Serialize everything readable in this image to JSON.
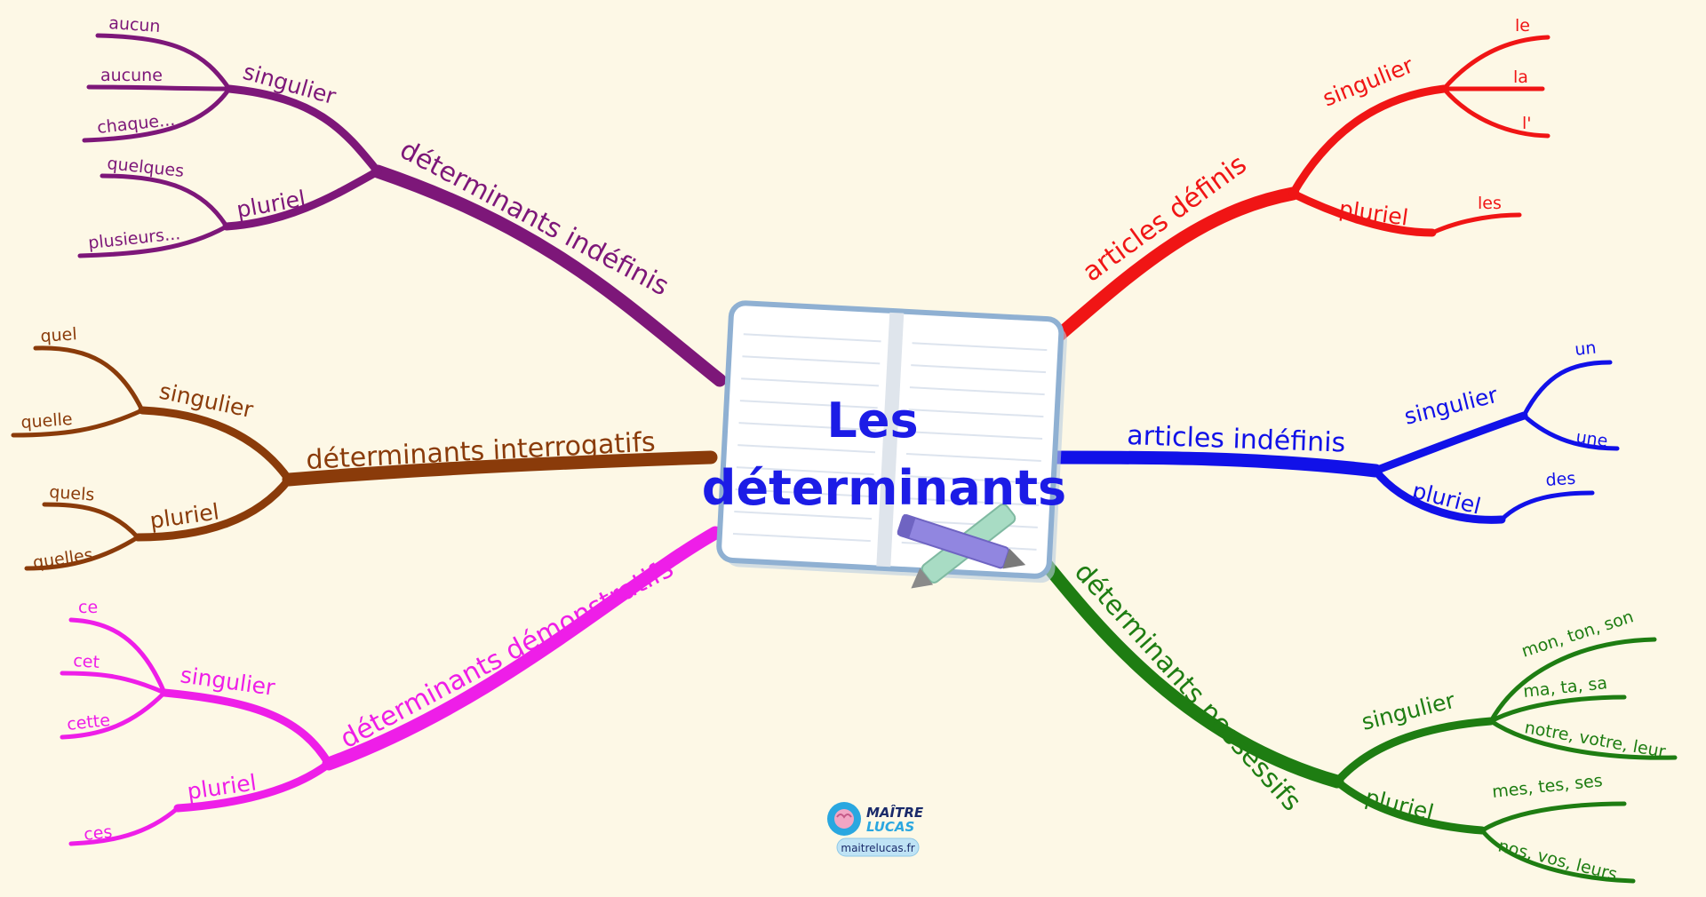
{
  "title": {
    "line1": "Les",
    "line2": "déterminants"
  },
  "colors": {
    "background": "#fdf8e6",
    "title": "#1c1ce6",
    "indefinis": "#7d1779",
    "interrogatifs": "#8a3b0a",
    "demonstratifs": "#ee1ee8",
    "definis": "#f01515",
    "articles_indefinis": "#1111e8",
    "possessifs": "#1e7d12"
  },
  "icons": {
    "center": "notebook-icon",
    "pen": "pen-icon",
    "logo": "brain-logo-icon"
  },
  "branches": {
    "indefinis": {
      "label": "déterminants indéfinis",
      "sub": [
        {
          "label": "singulier",
          "leaves": [
            "aucun",
            "aucune",
            "chaque..."
          ]
        },
        {
          "label": "pluriel",
          "leaves": [
            "quelques",
            "plusieurs..."
          ]
        }
      ]
    },
    "interrogatifs": {
      "label": "déterminants interrogatifs",
      "sub": [
        {
          "label": "singulier",
          "leaves": [
            "quel",
            "quelle"
          ]
        },
        {
          "label": "pluriel",
          "leaves": [
            "quels",
            "quelles"
          ]
        }
      ]
    },
    "demonstratifs": {
      "label": "déterminants démonstratifs",
      "sub": [
        {
          "label": "singulier",
          "leaves": [
            "ce",
            "cet",
            "cette"
          ]
        },
        {
          "label": "pluriel",
          "leaves": [
            "ces"
          ]
        }
      ]
    },
    "definis": {
      "label": "articles définis",
      "sub": [
        {
          "label": "singulier",
          "leaves": [
            "le",
            "la",
            "l'"
          ]
        },
        {
          "label": "pluriel",
          "leaves": [
            "les"
          ]
        }
      ]
    },
    "articles_indefinis": {
      "label": "articles indéfinis",
      "sub": [
        {
          "label": "singulier",
          "leaves": [
            "un",
            "une"
          ]
        },
        {
          "label": "pluriel",
          "leaves": [
            "des"
          ]
        }
      ]
    },
    "possessifs": {
      "label": "déterminants possessifs",
      "sub": [
        {
          "label": "singulier",
          "leaves": [
            "mon, ton, son",
            "ma, ta, sa",
            "notre, votre, leur"
          ]
        },
        {
          "label": "pluriel",
          "leaves": [
            "mes, tes, ses",
            "nos, vos, leurs"
          ]
        }
      ]
    }
  },
  "logo": {
    "line1": "MAÎTRE",
    "line2": "LUCAS",
    "url": "maitrelucas.fr"
  }
}
